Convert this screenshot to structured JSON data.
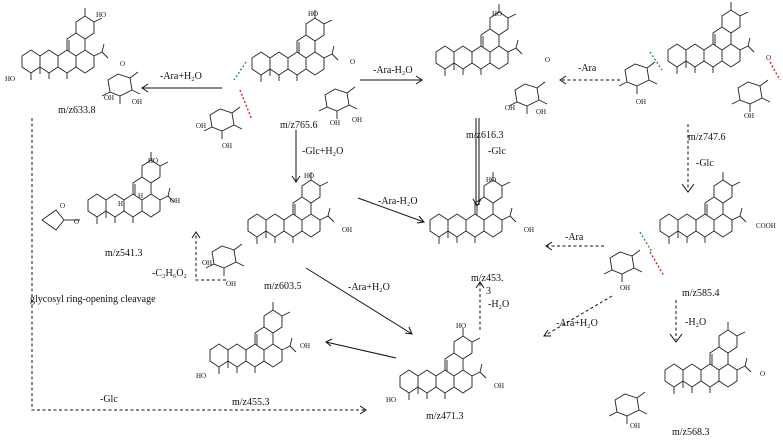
{
  "masses": {
    "m765": "m/z765.6",
    "m633": "m/z633.8",
    "m616": "m/z616.3",
    "m747": "m/z747.6",
    "m541": "m/z541.3",
    "m603": "m/z603.5",
    "m453a": "m/z453.",
    "m453b": "3",
    "m585": "m/z585.4",
    "m455": "m/z455.3",
    "m471": "m/z471.3",
    "m568": "m/z568.3"
  },
  "losses": {
    "ara_h2o_left": "-Ara+H₂O",
    "ara_minus_h2o_top": "-Ara-H₂O",
    "ara_right_top": "-Ara",
    "glc_h2o": "-Glc+H₂O",
    "glc_mid": "-Glc",
    "glc_right": "-Glc",
    "ara_minus_h2o_mid": "-Ara-H₂O",
    "ara_mid_right": "-Ara",
    "c2h6o2": "-C₂H₆O₂",
    "ara_h2o_bottom": "-Ara+H₂O",
    "h2o_mid": "-H₂O",
    "ara_h2o_right": "-Ara+H₂O",
    "h2o_right": "-H₂O",
    "glc_bottom": "-Glc"
  },
  "cleavage_note": "glycosyl ring-opening cleavage",
  "atoms": {
    "ho": "HO",
    "oh": "OH",
    "o": "O",
    "cooh": "COOH",
    "h": "H"
  }
}
